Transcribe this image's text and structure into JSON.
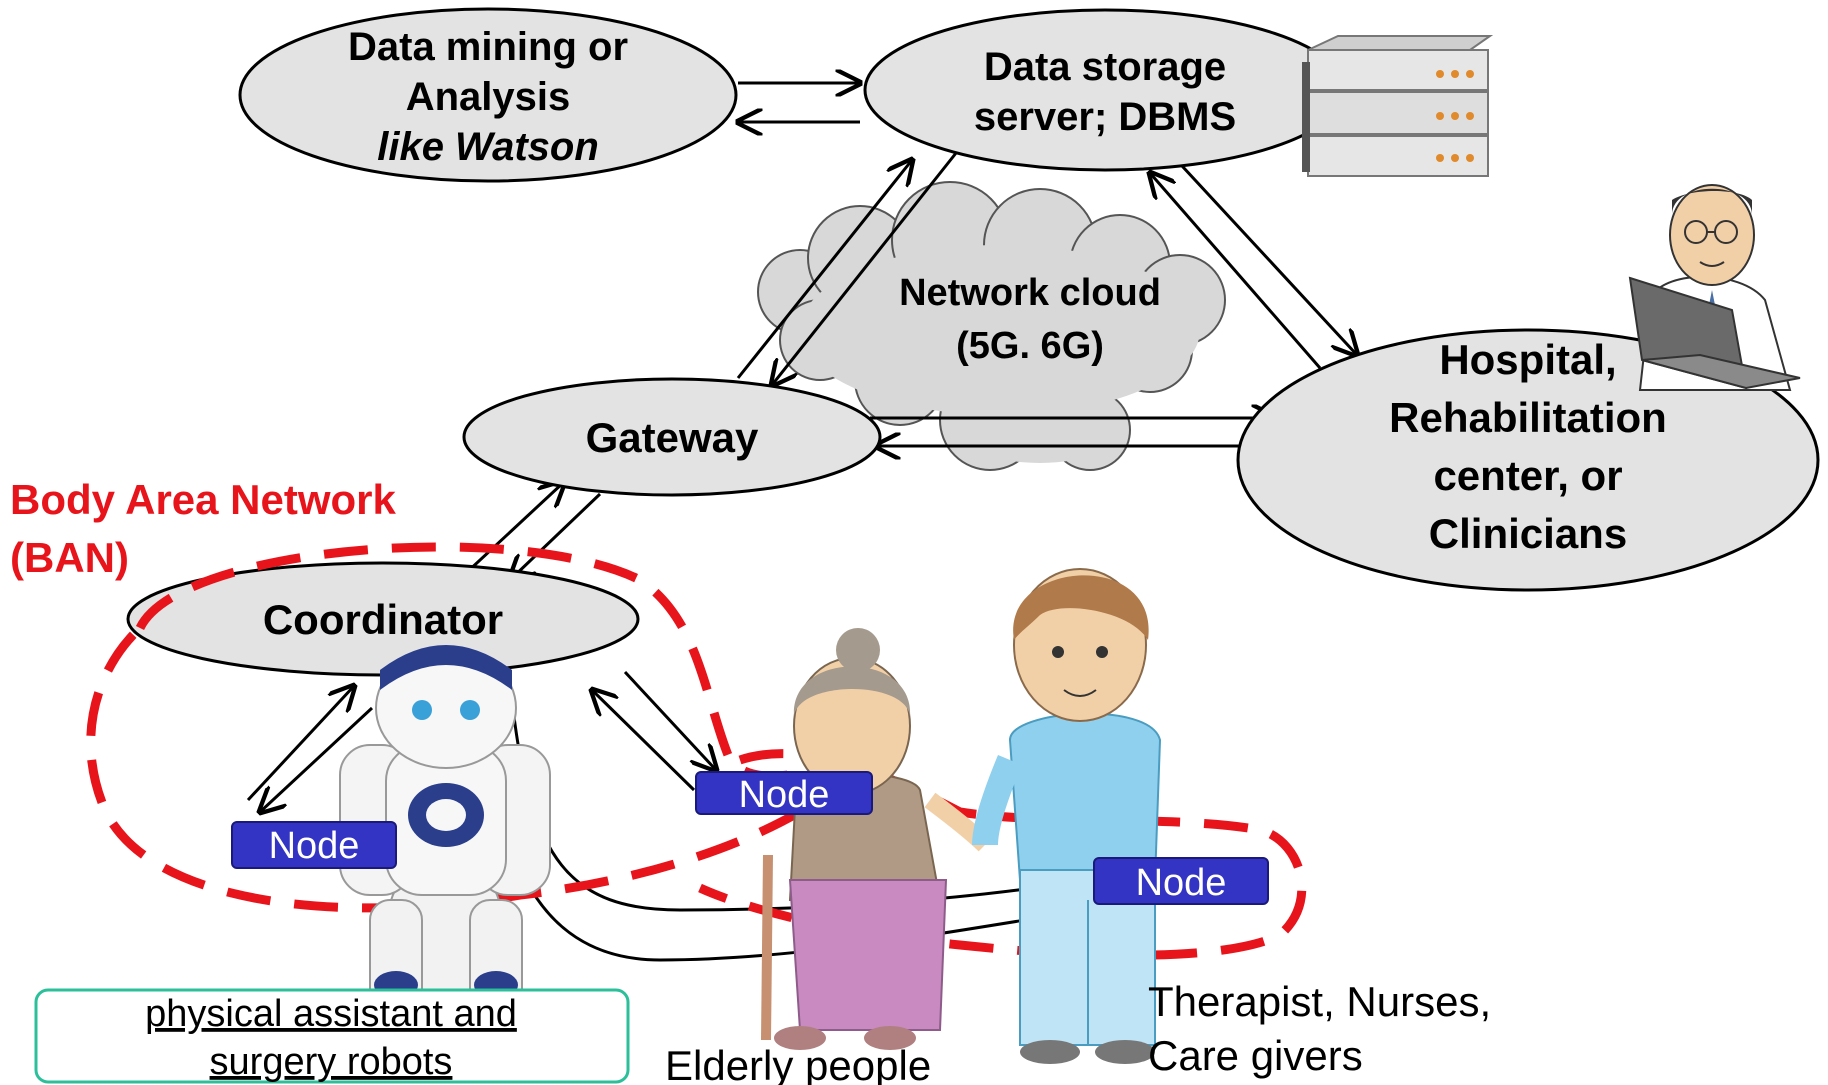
{
  "ellipses": {
    "data_mining": {
      "line1": "Data mining or",
      "line2": "Analysis",
      "line3": "like Watson"
    },
    "data_storage": {
      "line1": "Data storage",
      "line2": "server; DBMS"
    },
    "gateway": {
      "label": "Gateway"
    },
    "coordinator": {
      "label": "Coordinator"
    },
    "hospital": {
      "line1": "Hospital,",
      "line2": "Rehabilitation",
      "line3": "center, or",
      "line4": "Clinicians"
    }
  },
  "cloud": {
    "line1": "Network cloud",
    "line2": "(5G. 6G)"
  },
  "ban": {
    "line1": "Body Area Network",
    "line2": "(BAN)"
  },
  "nodes": {
    "robot": "Node",
    "elderly": "Node",
    "therapist": "Node"
  },
  "captions": {
    "robot_line1": "physical assistant and",
    "robot_line2": "surgery robots",
    "elderly": "Elderly people",
    "therapist_line1": "Therapist, Nurses,",
    "therapist_line2": "Care givers"
  },
  "colors": {
    "ellipse_fill": "#e3e3e3",
    "ban_red": "#e8141b",
    "node_fill": "#3434c4",
    "caption_border": "#2bbf9a"
  },
  "icons": [
    "server-rack-icon",
    "doctor-laptop-icon",
    "robot-icon",
    "elderly-woman-icon",
    "caregiver-icon"
  ]
}
